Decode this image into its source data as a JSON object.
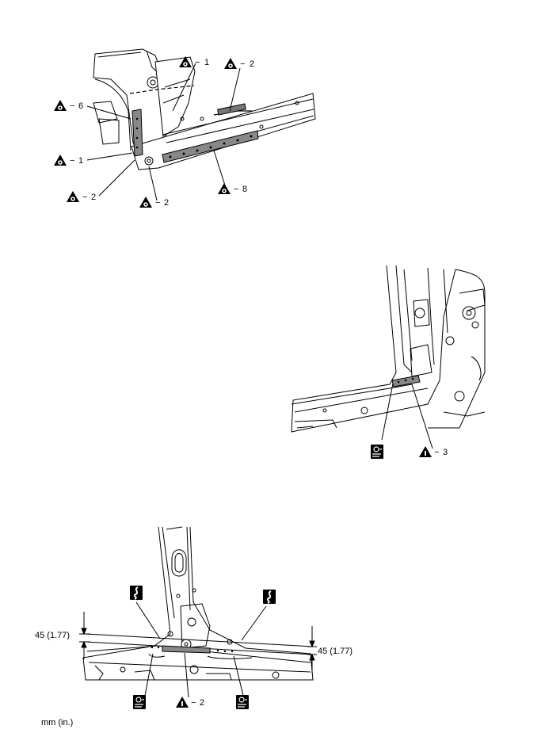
{
  "figure1": {
    "callouts": [
      {
        "id": "c1",
        "text": "1"
      },
      {
        "id": "c2",
        "text": "2"
      },
      {
        "id": "c3",
        "text": "6"
      },
      {
        "id": "c4",
        "text": "1"
      },
      {
        "id": "c5",
        "text": "2"
      },
      {
        "id": "c6",
        "text": "2"
      },
      {
        "id": "c7",
        "text": "8"
      }
    ]
  },
  "figure2": {
    "callouts": [
      {
        "id": "d1",
        "text": "3"
      }
    ]
  },
  "figure3": {
    "callouts": [
      {
        "id": "e1",
        "text": "2"
      }
    ],
    "dimension_left": "45 (1.77)",
    "dimension_right": "45 (1.77)"
  },
  "units_note": "mm (in.)",
  "icons": {
    "spot_weld": "spot-weld-triangle-icon",
    "plug_weld": "plug-weld-triangle-icon",
    "cut": "saw-cut-icon",
    "mig_weld": "mig-weld-square-icon"
  }
}
